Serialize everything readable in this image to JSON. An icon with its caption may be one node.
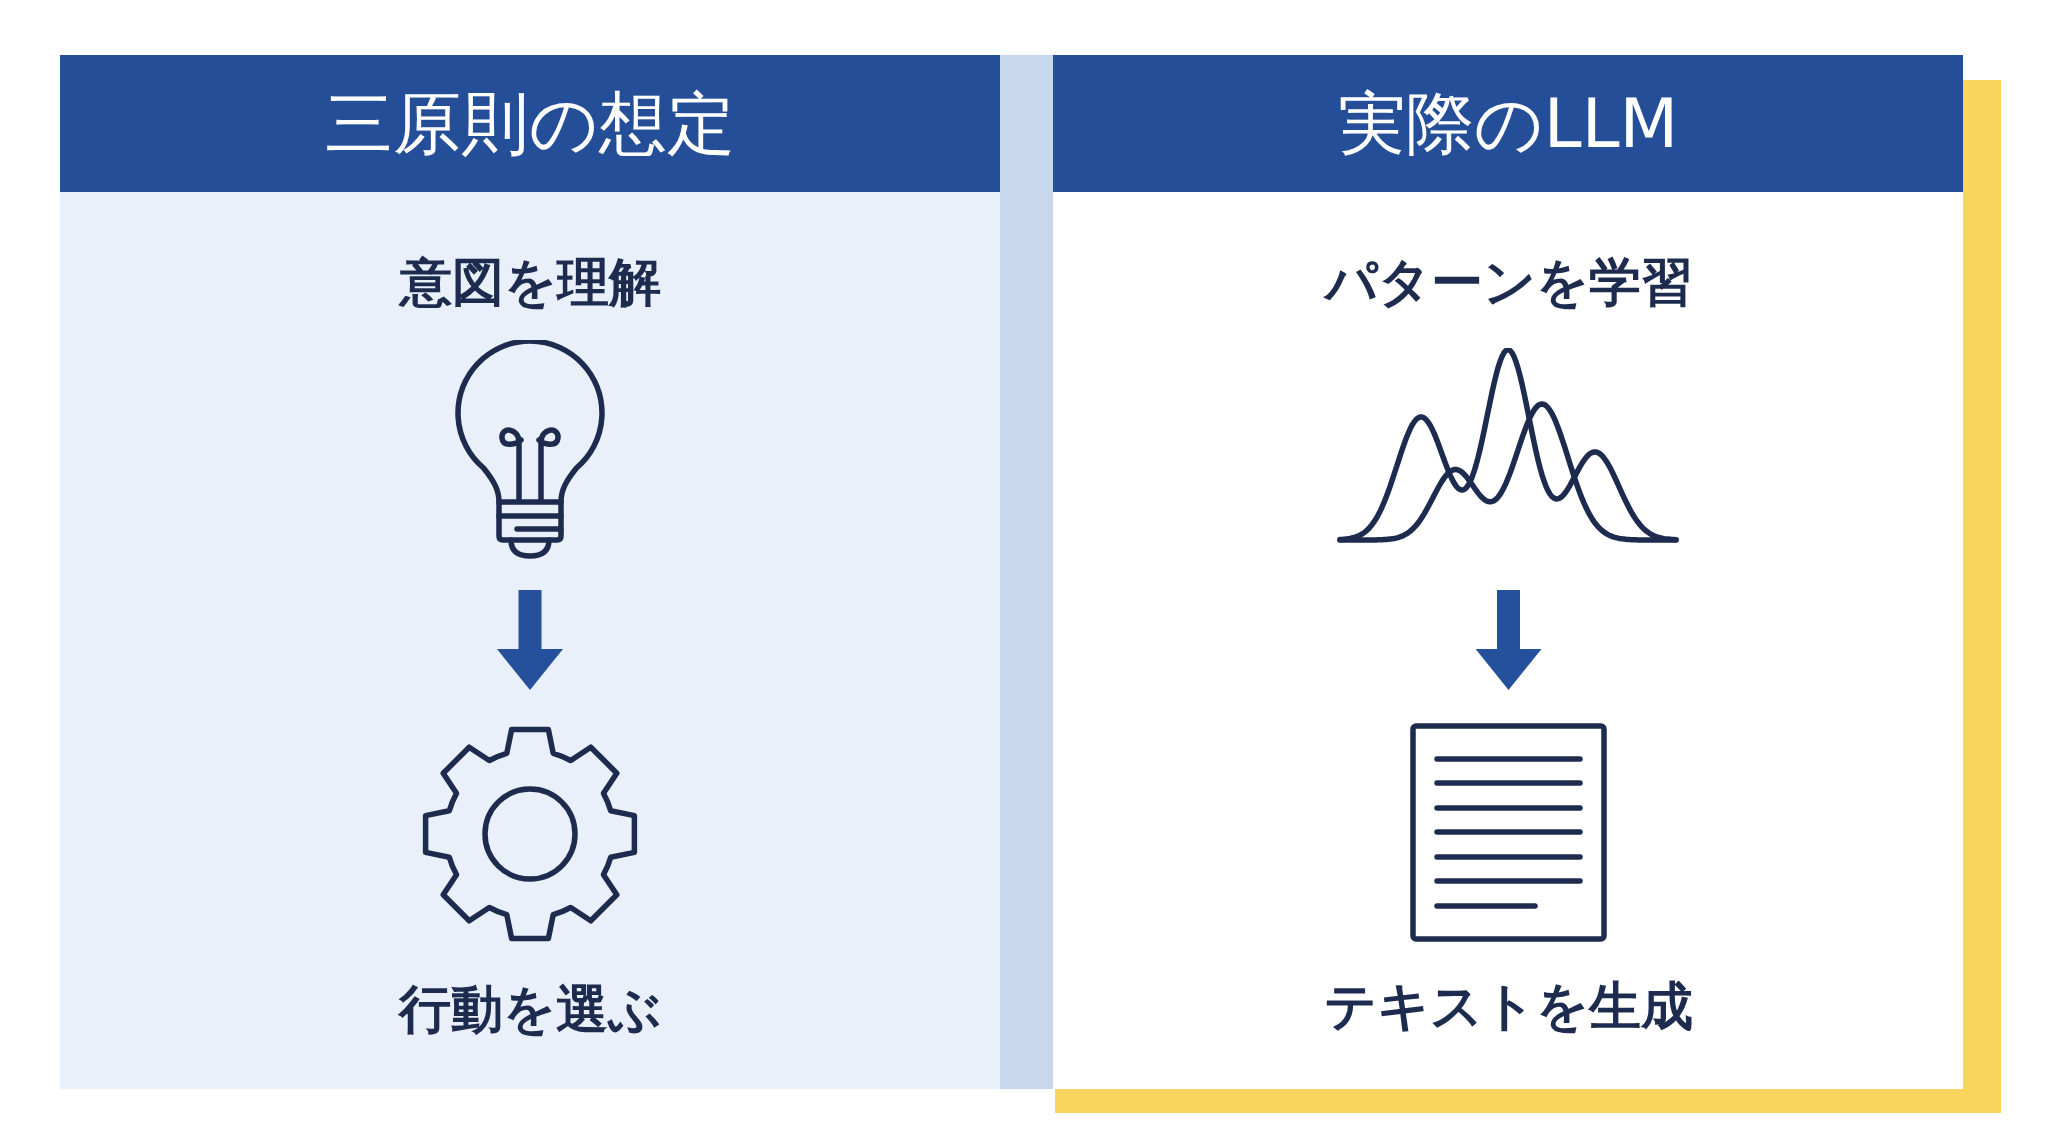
{
  "diagram": {
    "nodes": [
      {
        "text": [
          "三原則の想定"
        ]
      },
      {
        "text": [],
        "shape": "picture",
        "in": 0,
        "beside": [
          "意図を理解"
        ]
      },
      {
        "text": [],
        "shape": "picture",
        "in": 0,
        "beside": [
          "行動を選ぶ"
        ]
      },
      {
        "text": [
          "実際のLLM"
        ]
      },
      {
        "text": [],
        "shape": "picture",
        "in": 3,
        "beside": [
          "パターンを学習"
        ]
      },
      {
        "text": [],
        "shape": "picture",
        "in": 3,
        "beside": [
          "テキストを生成"
        ]
      }
    ],
    "edges": [
      {
        "from": 1,
        "to": 2,
        "arrow": "to"
      },
      {
        "from": 4,
        "to": 5,
        "arrow": "to"
      }
    ]
  }
}
